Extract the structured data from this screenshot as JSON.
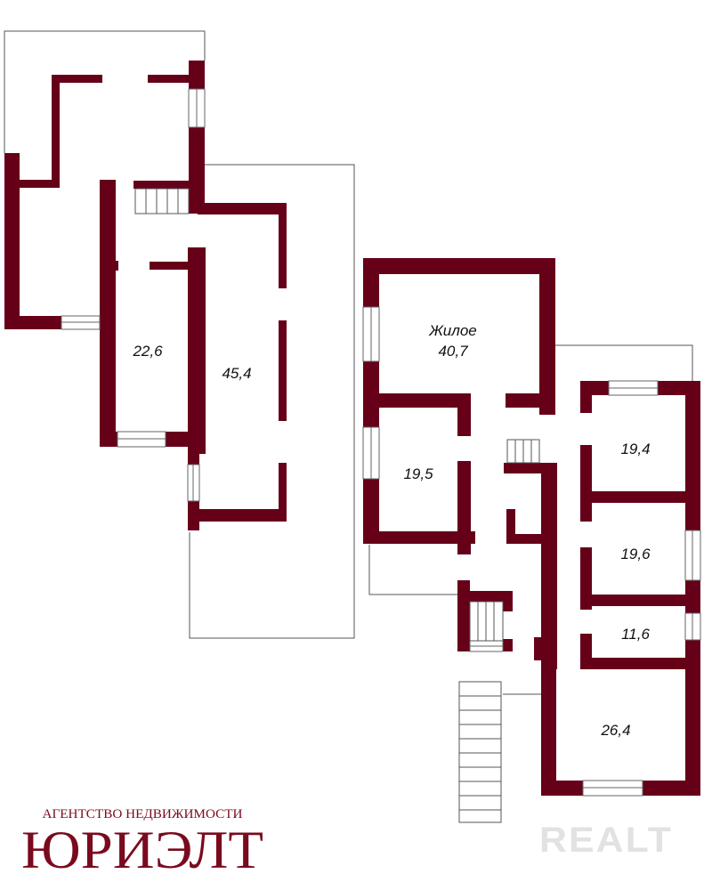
{
  "rooms": {
    "left_room_a": "22,6",
    "left_room_b": "45,4",
    "living_title": "Жилое",
    "living_area": "40,7",
    "room_19_5": "19,5",
    "room_19_4": "19,4",
    "room_19_6": "19,6",
    "room_11_6": "11,6",
    "room_26_4": "26,4"
  },
  "agency": {
    "subtitle": "АГЕНТСТВО НЕДВИЖИМОСТИ",
    "name": "ЮРИЭЛТ"
  },
  "watermark": "REALT",
  "colors": {
    "wall": "#660019",
    "logo": "#7a0a1e"
  }
}
